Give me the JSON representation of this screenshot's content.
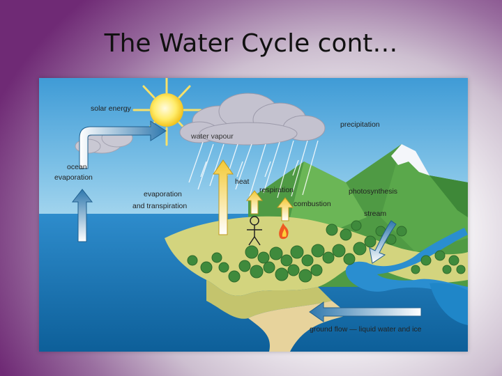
{
  "slide": {
    "title": "The Water Cycle cont…"
  },
  "diagram": {
    "labels": {
      "solar_energy": "solar energy",
      "water_vapour": "water vapour",
      "precipitation": "precipitation",
      "ocean": "ocean",
      "evaporation": "evaporation",
      "evaporation_transpiration_1": "evaporation",
      "evaporation_transpiration_2": "and transpiration",
      "heat": "heat",
      "respiration": "respiration",
      "combustion": "combustion",
      "photosynthesis": "photosynthesis",
      "stream": "stream",
      "ground_flow": "ground flow — liquid water and ice"
    },
    "colors": {
      "sky": "#56a8d8",
      "ocean": "#1b79b6",
      "land": "#cfd27c",
      "mountain": "#5ea64a",
      "trees": "#3f8a3c",
      "sun": "#ffe84a",
      "cloud": "#b9b7c4",
      "arrow_blue": "#2f78ae",
      "arrow_yellow": "#f3d046"
    }
  }
}
